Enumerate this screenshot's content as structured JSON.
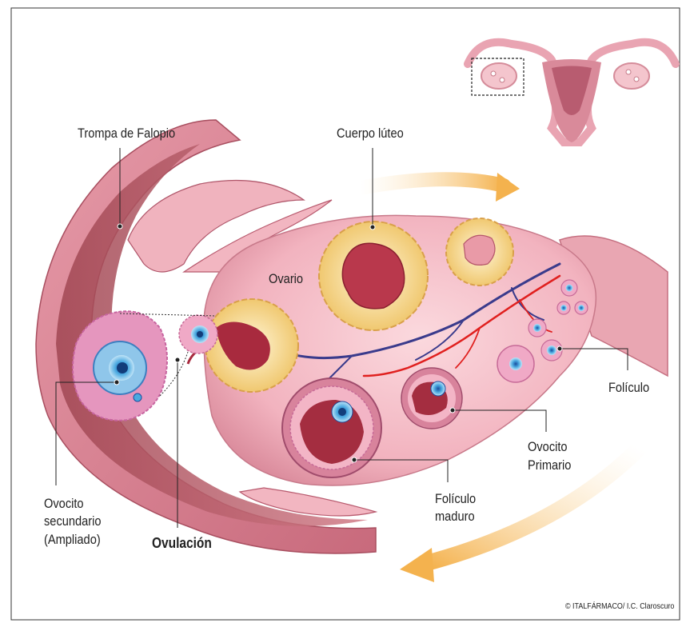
{
  "labels": {
    "trompa": "Trompa de Falopio",
    "cuerpo_luteo": "Cuerpo lúteo",
    "ovario": "Ovario",
    "foliculo": "Folículo",
    "ovocito_primario_1": "Ovocito",
    "ovocito_primario_2": "Primario",
    "foliculo_maduro_1": "Folículo",
    "foliculo_maduro_2": "maduro",
    "ovocito_secundario_1": "Ovocito",
    "ovocito_secundario_2": "secundario",
    "ovocito_secundario_3": "(Ampliado)",
    "ovulacion": "Ovulación"
  },
  "credit": "© ITALFÁRMACO/ I.C. Claroscuro",
  "colors": {
    "tissue_pink": "#f2b3bf",
    "tissue_dark": "#c05a6b",
    "follicle_yellow": "#f8e3a0",
    "blood_red": "#9e1b2e",
    "vein_blue": "#3a3b8c",
    "artery_red": "#e0201f",
    "arrow_orange": "#f6c070",
    "oocyte_blue": "#4aa9e0"
  }
}
